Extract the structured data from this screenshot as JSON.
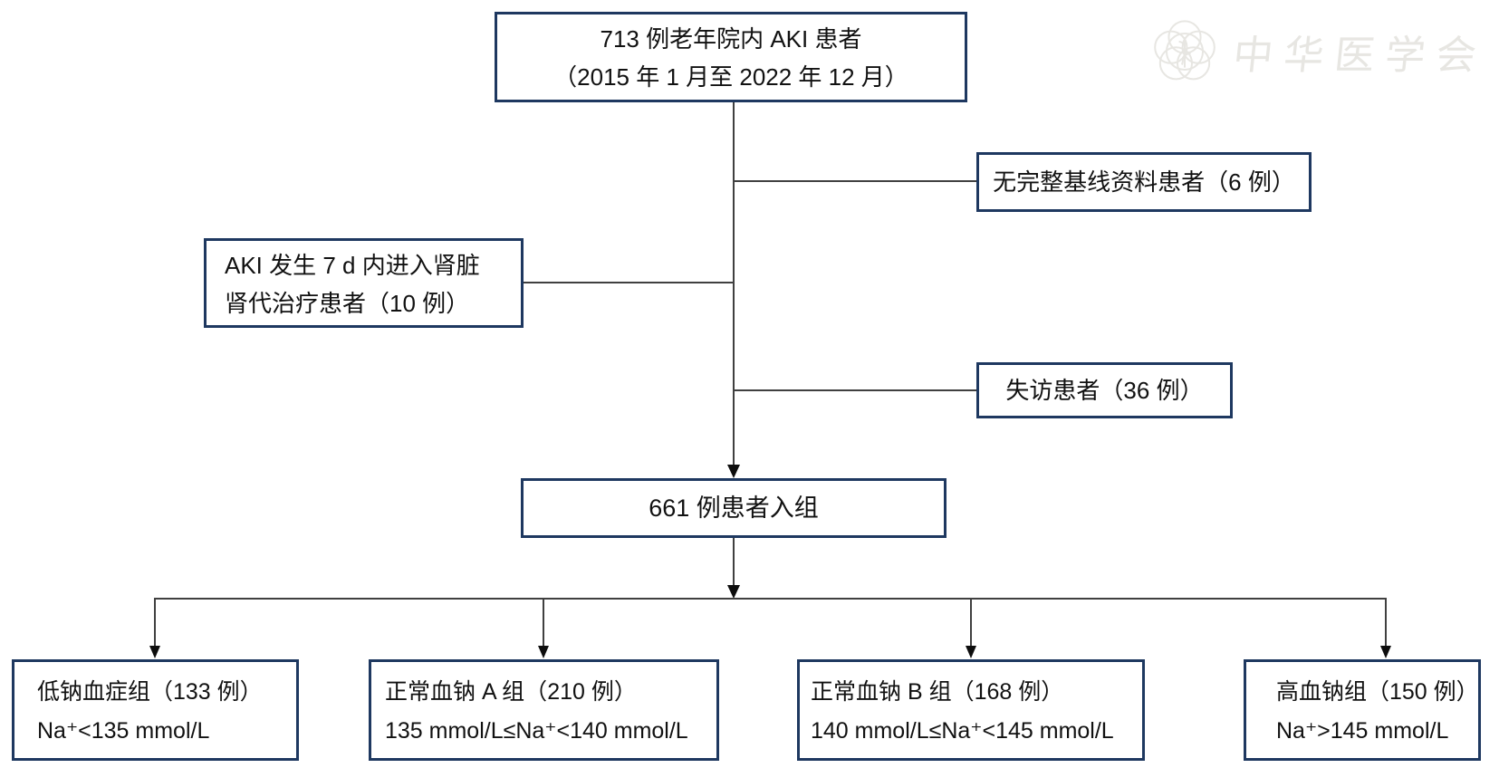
{
  "diagram": {
    "title_box": {
      "line1": "713 例老年院内 AKI 患者",
      "line2": "（2015 年 1 月至 2022 年 12 月）"
    },
    "exclusions": {
      "no_baseline": "无完整基线资料患者（6 例）",
      "rrt_line1": "AKI 发生 7 d 内进入肾脏",
      "rrt_line2": "肾代治疗患者（10 例）",
      "lost_followup": "失访患者（36 例）"
    },
    "enrolled_box": "661 例患者入组",
    "groups": [
      {
        "name": "低钠血症组（133 例）",
        "criteria": "Na⁺<135 mmol/L"
      },
      {
        "name": "正常血钠 A 组（210 例）",
        "criteria": "135 mmol/L≤Na⁺<140 mmol/L"
      },
      {
        "name": "正常血钠 B 组（168 例）",
        "criteria": "140 mmol/L≤Na⁺<145 mmol/L"
      },
      {
        "name": "高血钠组（150 例）",
        "criteria": "Na⁺>145 mmol/L"
      }
    ]
  },
  "watermark": {
    "text": "中华医学会"
  },
  "colors": {
    "box_border": "#1e3860",
    "connector": "#404040",
    "arrow": "#0d0d0d",
    "text": "#111111",
    "watermark": "#e7e6e2",
    "background": "#ffffff"
  }
}
